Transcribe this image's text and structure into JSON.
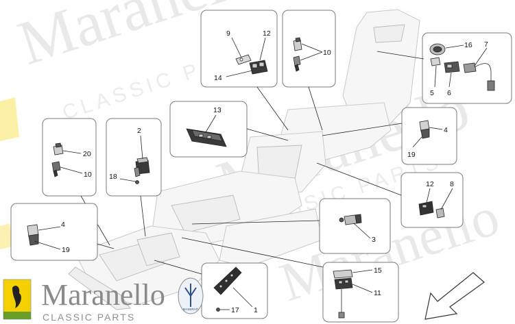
{
  "brand": {
    "name": "Maranello",
    "tagline": "CLASSIC PARTS",
    "badge_text": "MASERATI"
  },
  "watermark": {
    "big": "Maranello",
    "small": "CLASSIC PARTS"
  },
  "callouts": [
    {
      "id": "box-mid-top",
      "labels": [
        "9",
        "12",
        "14"
      ]
    },
    {
      "id": "box-right-top",
      "labels": [
        "10"
      ]
    },
    {
      "id": "box-far-right",
      "labels": [
        "16",
        "7",
        "5",
        "6"
      ]
    },
    {
      "id": "box-13",
      "labels": [
        "13"
      ]
    },
    {
      "id": "box-2",
      "labels": [
        "2",
        "18"
      ]
    },
    {
      "id": "box-20",
      "labels": [
        "20",
        "10"
      ]
    },
    {
      "id": "box-4-left",
      "labels": [
        "4",
        "19"
      ]
    },
    {
      "id": "box-4-right",
      "labels": [
        "4",
        "19"
      ]
    },
    {
      "id": "box-12-8",
      "labels": [
        "12",
        "8"
      ]
    },
    {
      "id": "box-3",
      "labels": [
        "3"
      ]
    },
    {
      "id": "box-15-11",
      "labels": [
        "15",
        "11"
      ]
    },
    {
      "id": "box-17-1",
      "labels": [
        "17",
        "1"
      ]
    }
  ],
  "colors": {
    "box_stroke": "#7a7a7a",
    "watermark": "#e9e9e9",
    "ferrari_yellow": "#f5d000",
    "maserati_blue": "#2d4f8f"
  }
}
